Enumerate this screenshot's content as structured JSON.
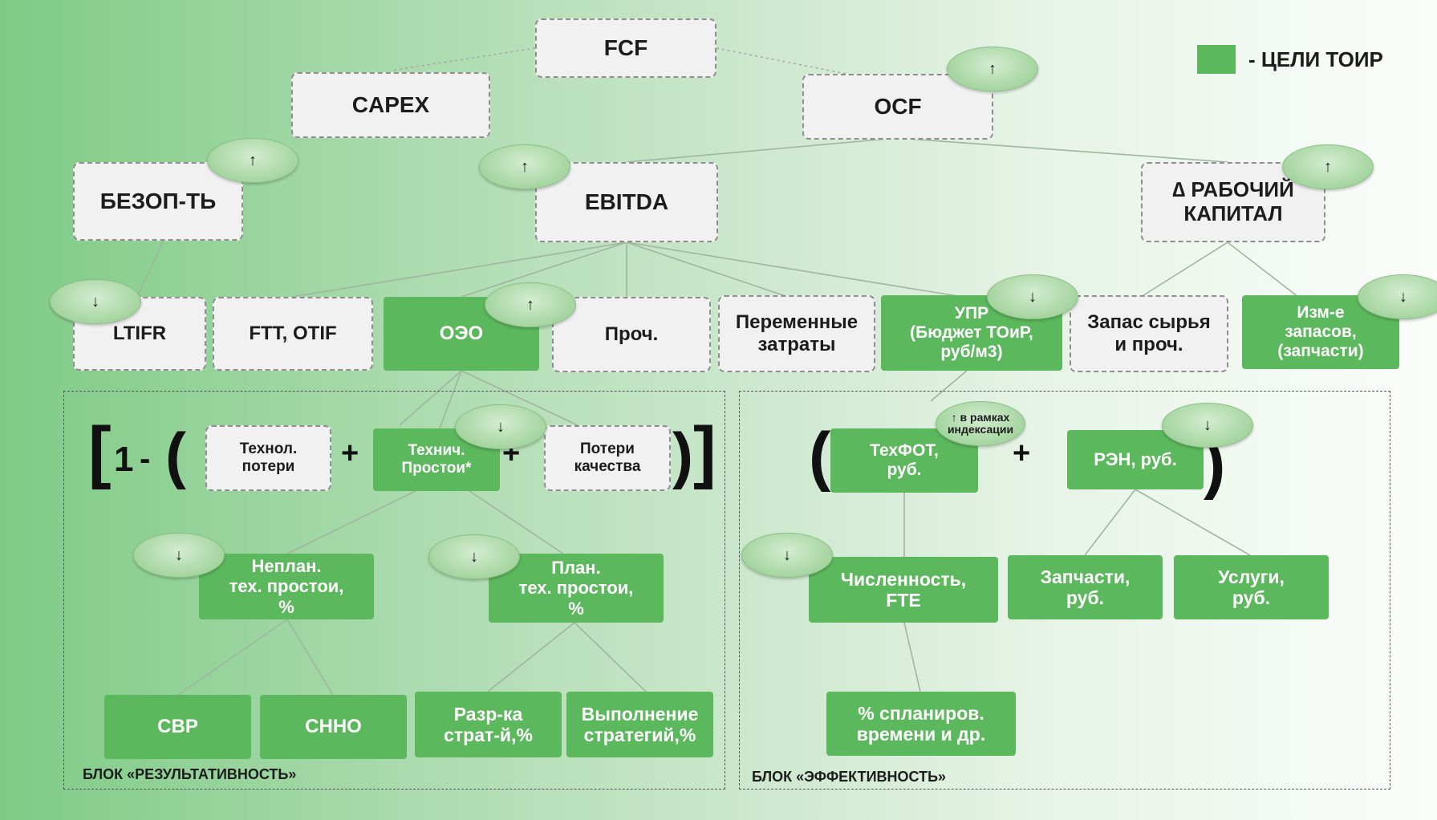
{
  "legend": {
    "label": "- ЦЕЛИ ТОИР",
    "color": "#5cb85c"
  },
  "nodes": {
    "fcf": "FCF",
    "capex": "CAPEX",
    "ocf": "OCF",
    "safety": "БЕЗОП-ТЬ",
    "ebitda": "EBITDA",
    "working_capital": "∆ РАБОЧИЙ\nКАПИТАЛ",
    "ltifr": "LTIFR",
    "ftt_otif": "FTT, OTIF",
    "oee": "ОЭО",
    "other": "Проч.",
    "variable_costs": "Переменные\nзатраты",
    "upr": "УПР\n(Бюджет ТОиР,\nруб/м3)",
    "raw_stock": "Запас сырья\nи проч.",
    "inventory_change": "Изм-е\nзапасов,\n(запчасти)",
    "tech_losses": "Технол.\nпотери",
    "tech_downtime": "Технич.\nПростои*",
    "quality_losses": "Потери\nкачества",
    "unplanned_downtime": "Неплан.\nтех. простои,\n%",
    "planned_downtime": "План.\nтех. простои,\n%",
    "svr": "СВР",
    "snno": "СННО",
    "strategy_dev": "Разр-ка\nстрат-й,%",
    "strategy_exec": "Выполнение\nстратегий,%",
    "tech_payroll": "ТехФОТ,\nруб.",
    "ren": "РЭН, руб.",
    "headcount": "Численность,\nFTE",
    "spare_parts": "Запчасти,\nруб.",
    "services": "Услуги,\nруб.",
    "planned_time": "% спланиров.\nвремени и др."
  },
  "formula": {
    "oee": {
      "bracket_open": "[",
      "one": "1",
      "minus": "-",
      "paren_open": "(",
      "plus1": "+",
      "plus2": "+",
      "paren_close": ")",
      "bracket_close": "]"
    },
    "upr": {
      "paren_open": "(",
      "plus": "+",
      "paren_close": ")"
    }
  },
  "markers": {
    "up": "↑",
    "down": "↓",
    "indexation_note": "↑ в рамках\nиндексации"
  },
  "blocks": {
    "results": "БЛОК «РЕЗУЛЬТАТИВНОСТЬ»",
    "efficiency": "БЛОК «ЭФФЕКТИВНОСТЬ»"
  }
}
